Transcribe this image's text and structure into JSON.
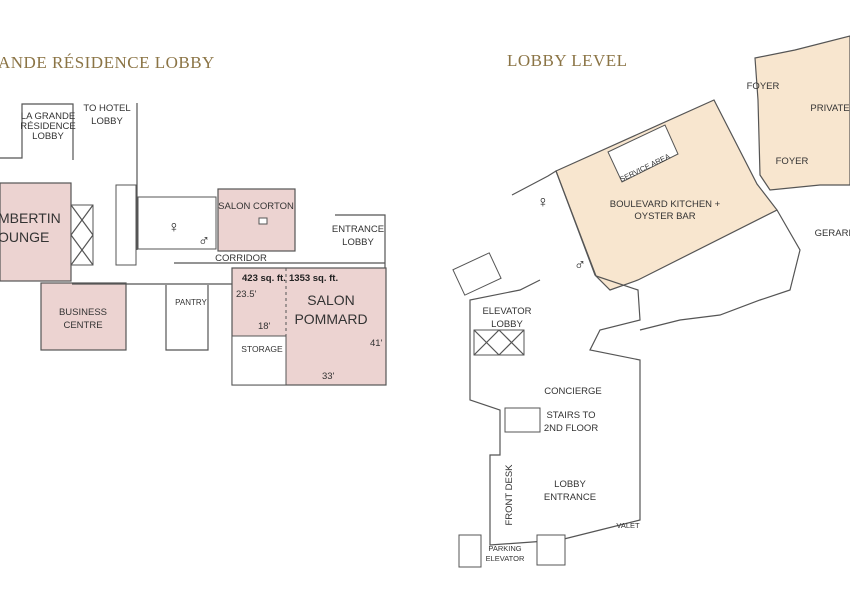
{
  "left_plan": {
    "title": "ANDE RÉSIDENCE LOBBY",
    "rooms": {
      "grande_lobby": [
        "LA GRANDE",
        "RÉSIDENCE",
        "LOBBY"
      ],
      "to_hotel_lobby": [
        "TO HOTEL",
        "LOBBY"
      ],
      "lounge": [
        "MBERTIN",
        "OUNGE"
      ],
      "salon_corton": "SALON CORTON",
      "entrance_lobby": [
        "ENTRANCE",
        "LOBBY"
      ],
      "corridor": "CORRIDOR",
      "business_centre": [
        "BUSINESS",
        "CENTRE"
      ],
      "pantry": "PANTRY",
      "storage": "STORAGE",
      "salon_pommard": [
        "SALON",
        "POMMARD"
      ]
    },
    "dimensions": {
      "area_small": "423 sq. ft.",
      "area_large": "1353 sq. ft.",
      "height_small": "23.5'",
      "width_small": "18'",
      "height_large": "41'",
      "width_large": "33'"
    }
  },
  "right_plan": {
    "title": "LOBBY LEVEL",
    "rooms": {
      "foyer_top": "FOYER",
      "private": "PRIVATE",
      "foyer_bottom": "FOYER",
      "service_area": "SERVICE AREA",
      "boulevard": [
        "BOULEVARD KITCHEN +",
        "OYSTER BAR"
      ],
      "gerard": "GERARD",
      "elevator_lobby": [
        "ELEVATOR",
        "LOBBY"
      ],
      "concierge": "CONCIERGE",
      "stairs": [
        "STAIRS TO",
        "2ND FLOOR"
      ],
      "front_desk": "FRONT DESK",
      "lobby_entrance": [
        "LOBBY",
        "ENTRANCE"
      ],
      "valet": "VALET",
      "parking_elevator": [
        "PARKING",
        "ELEVATOR"
      ]
    }
  },
  "colors": {
    "title": "#8b7445",
    "pink_room": "#ecd3d1",
    "peach_room": "#f8e6cf"
  }
}
